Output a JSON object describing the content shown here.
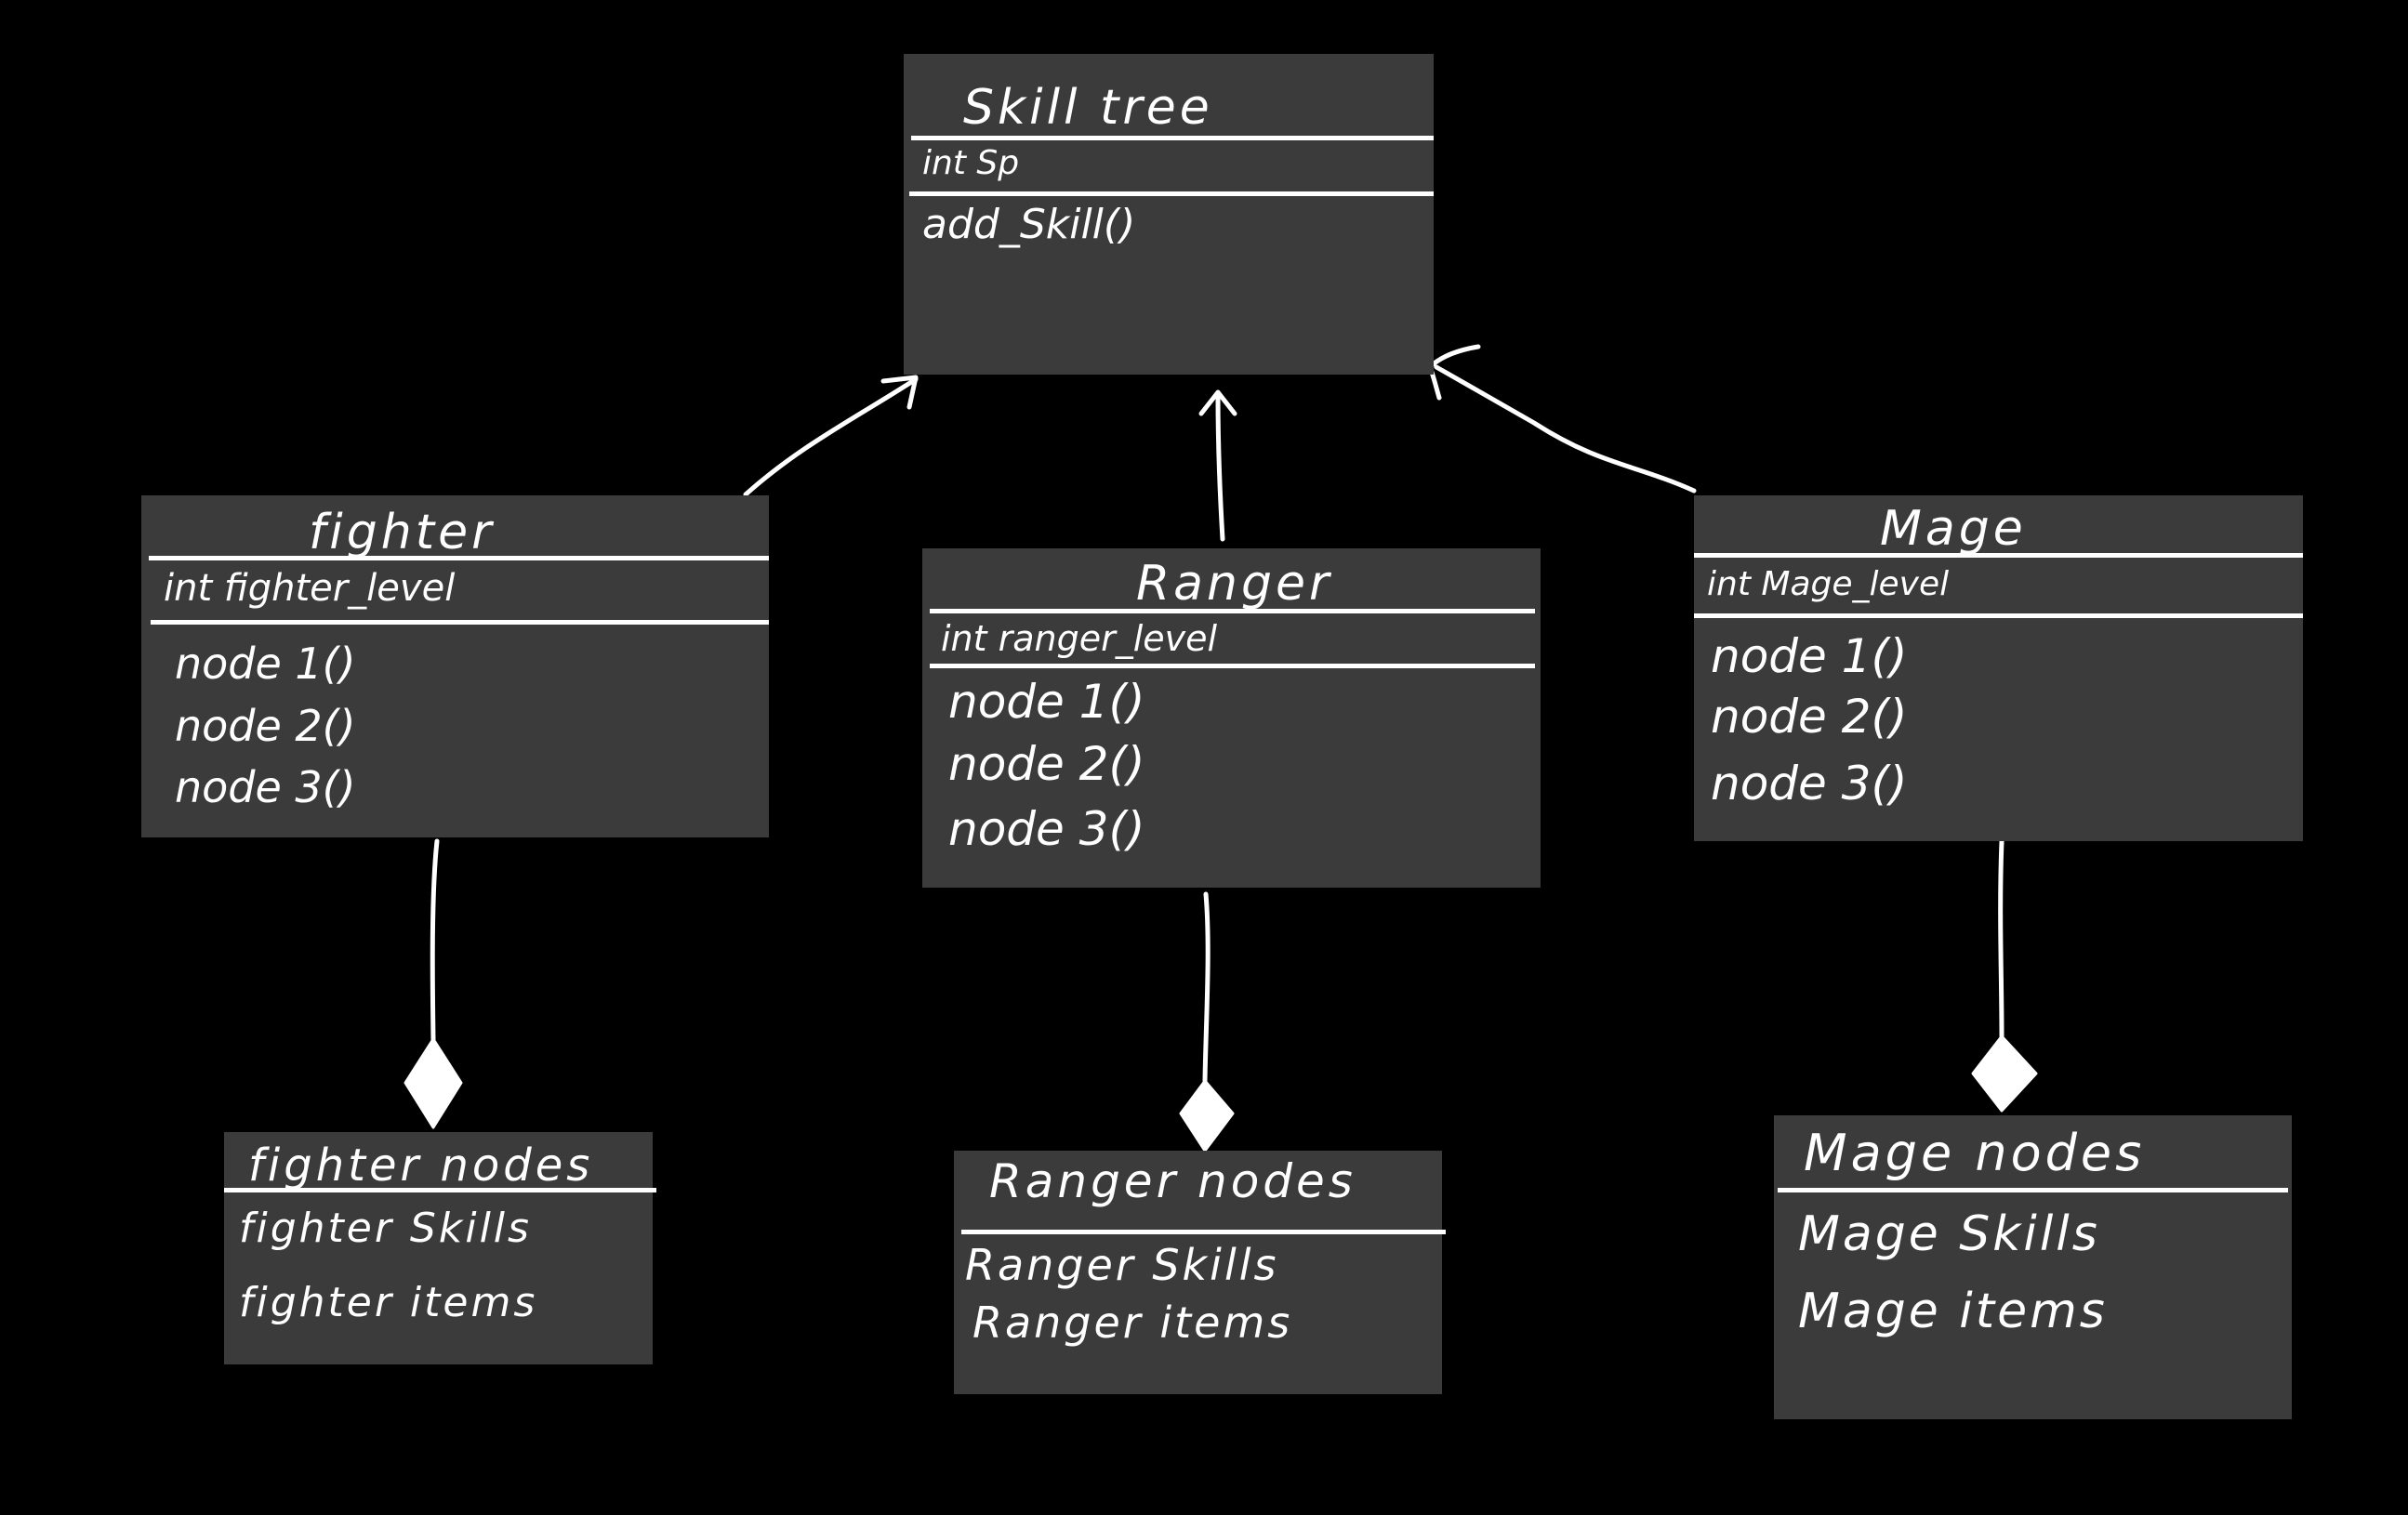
{
  "classes": {
    "skill_tree": {
      "name": "Skill  tree",
      "attributes": [
        "int Sp"
      ],
      "methods": [
        "add_Skill()"
      ]
    },
    "fighter": {
      "name": "fighter",
      "attributes": [
        "int fighter_level"
      ],
      "methods": [
        "node 1()",
        "node 2()",
        "node 3()"
      ]
    },
    "ranger": {
      "name": "Ranger",
      "attributes": [
        "int ranger_level"
      ],
      "methods": [
        "node 1()",
        "node 2()",
        "node 3()"
      ]
    },
    "mage": {
      "name": "Mage",
      "attributes": [
        "int Mage_level"
      ],
      "methods": [
        "node 1()",
        "node 2()",
        "node 3()"
      ]
    },
    "fighter_nodes": {
      "name": "fighter  nodes",
      "members": [
        "fighter  Skills",
        "fighter  items"
      ]
    },
    "ranger_nodes": {
      "name": "Ranger  nodes",
      "members": [
        "Ranger  Skills",
        "Ranger  items"
      ]
    },
    "mage_nodes": {
      "name": "Mage  nodes",
      "members": [
        "Mage  Skills",
        "Mage  items"
      ]
    }
  },
  "relationships": [
    {
      "from": "fighter",
      "to": "skill_tree",
      "type": "inheritance"
    },
    {
      "from": "ranger",
      "to": "skill_tree",
      "type": "inheritance"
    },
    {
      "from": "mage",
      "to": "skill_tree",
      "type": "inheritance"
    },
    {
      "from": "fighter_nodes",
      "to": "fighter",
      "type": "composition"
    },
    {
      "from": "ranger_nodes",
      "to": "ranger",
      "type": "composition"
    },
    {
      "from": "mage_nodes",
      "to": "mage",
      "type": "composition"
    }
  ],
  "colors": {
    "background": "#000000",
    "box_fill": "#3b3b3b",
    "ink": "#ffffff"
  }
}
